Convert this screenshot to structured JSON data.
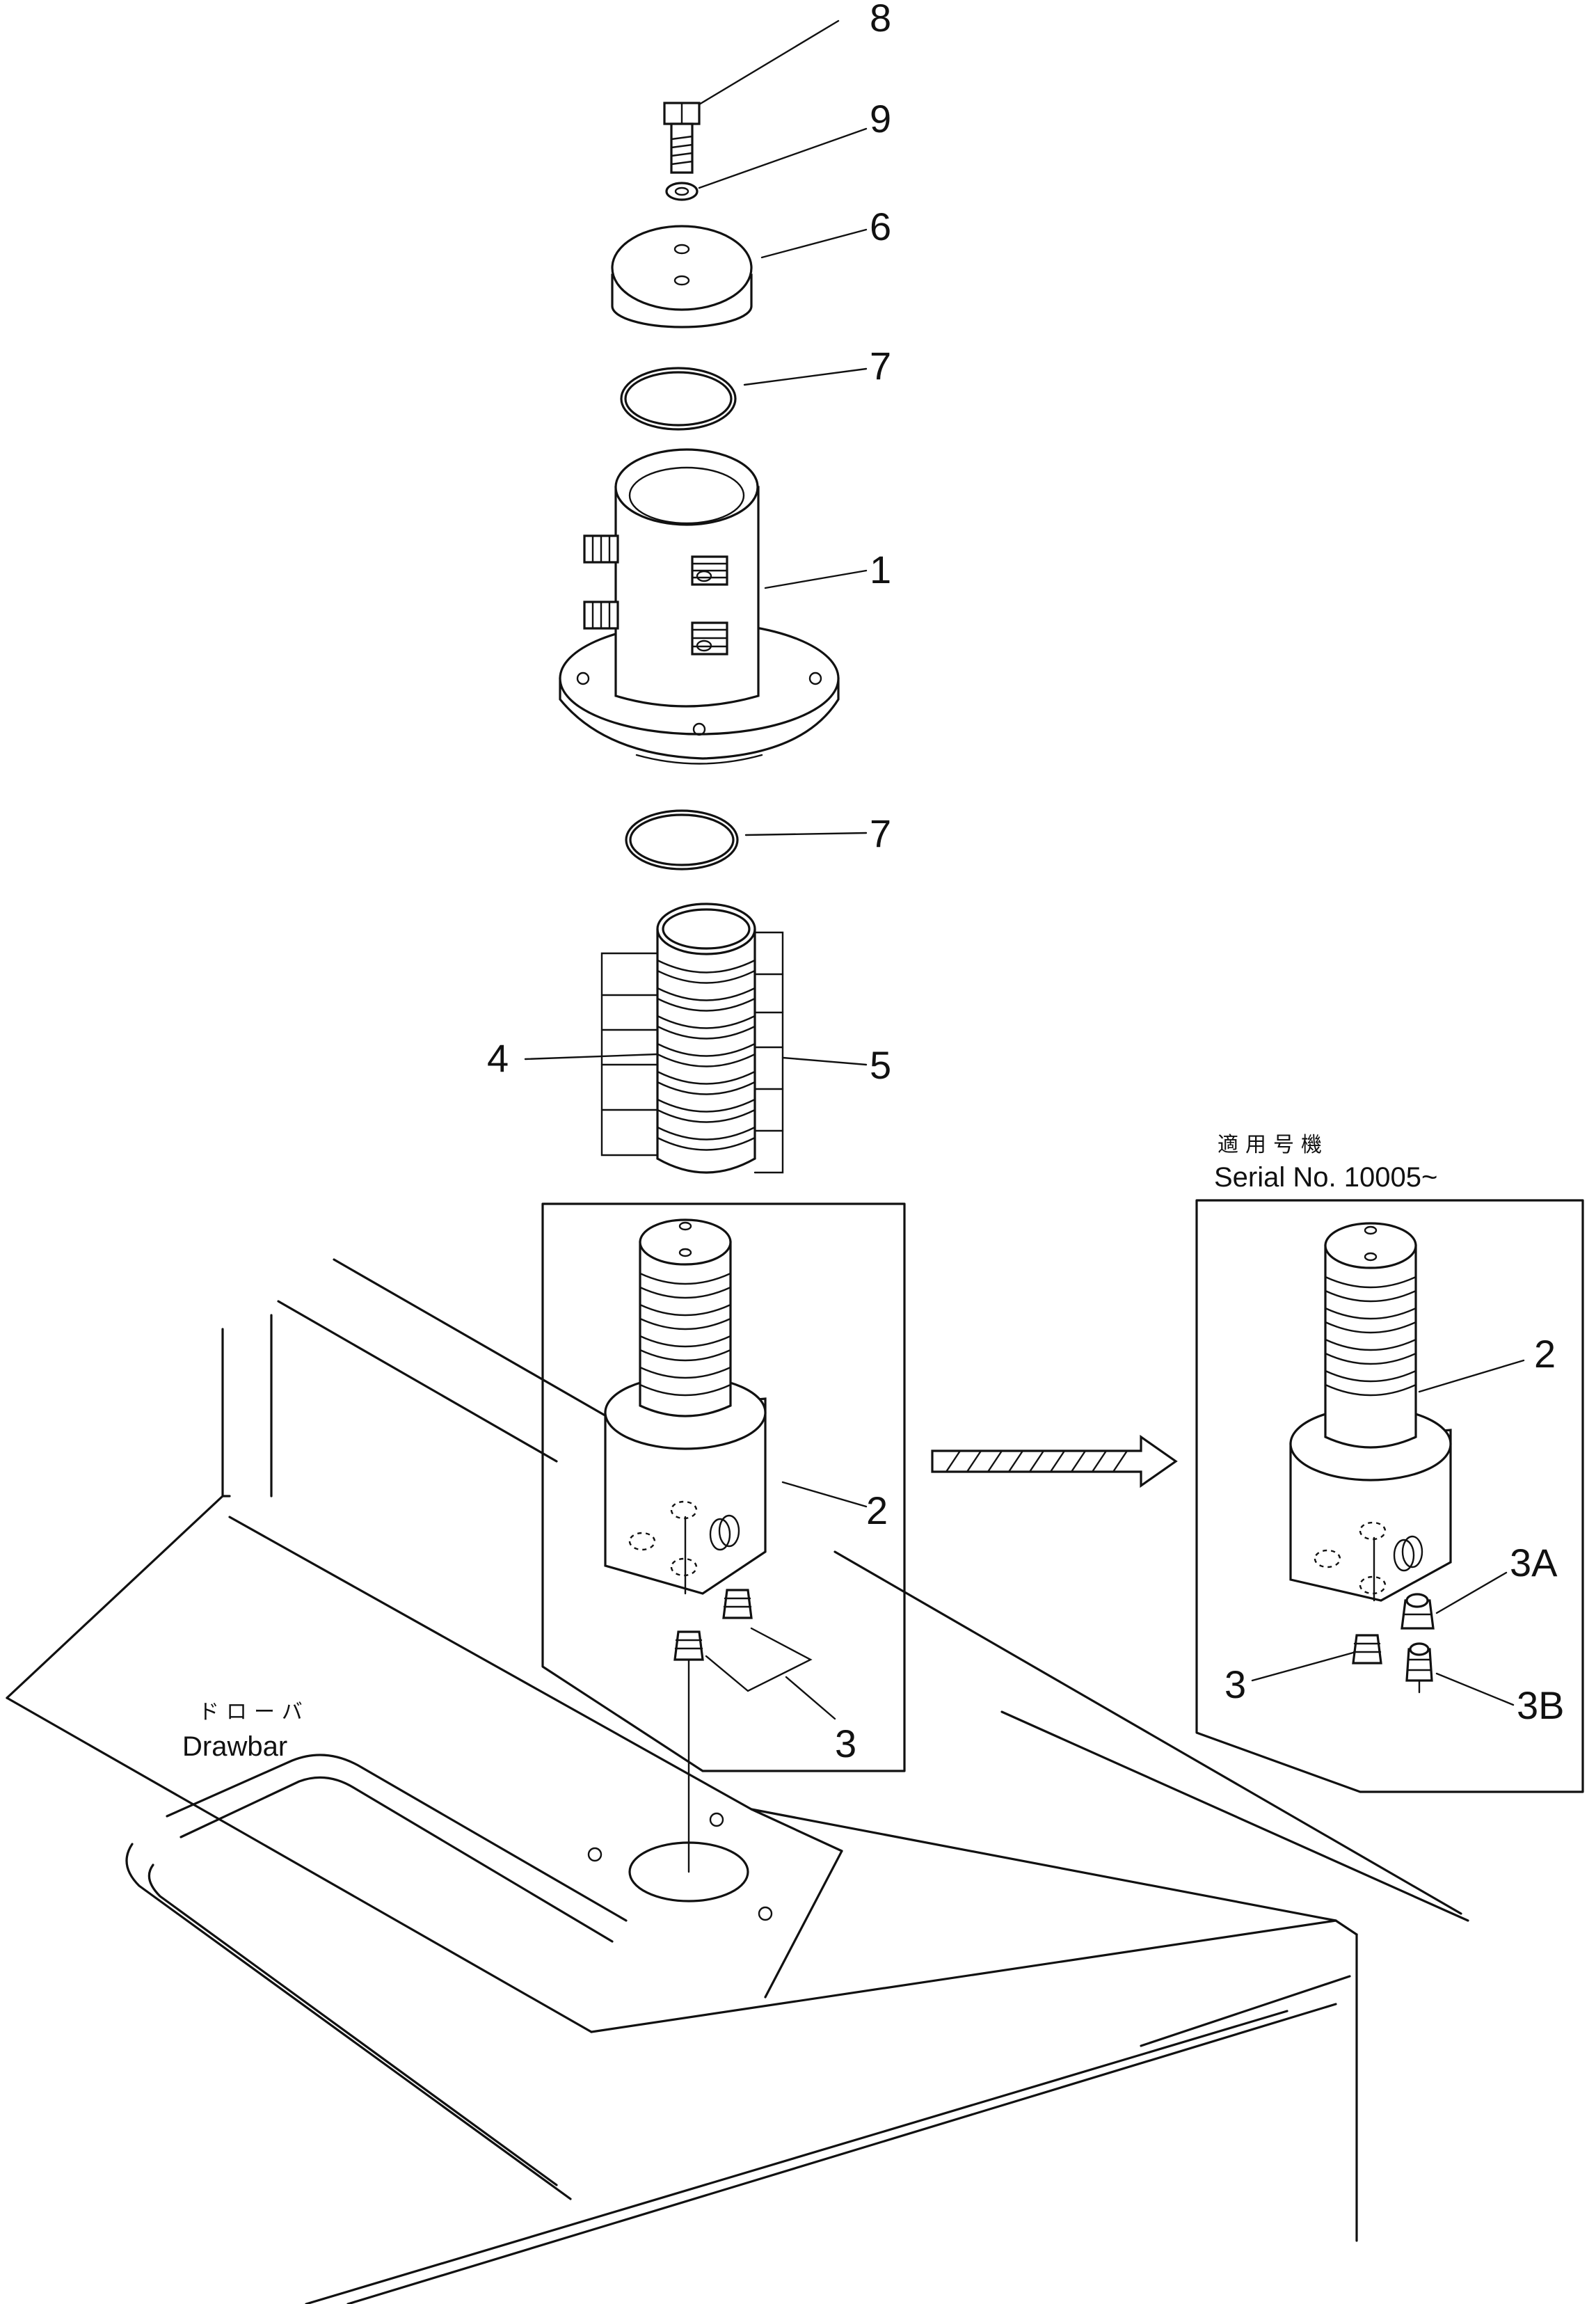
{
  "callouts": {
    "c8": "8",
    "c9": "9",
    "c6": "6",
    "c7_top": "7",
    "c1": "1",
    "c7_bottom": "7",
    "c4": "4",
    "c5": "5",
    "c2_main": "2",
    "c3_main": "3",
    "c2_detail": "2",
    "c3A": "3A",
    "c3_detail": "3",
    "c3B": "3B"
  },
  "notes": {
    "serial_jp": "適用号機",
    "serial_en": "Serial No. 10005~",
    "drawbar_jp": "ドローバ",
    "drawbar_en": "Drawbar"
  }
}
